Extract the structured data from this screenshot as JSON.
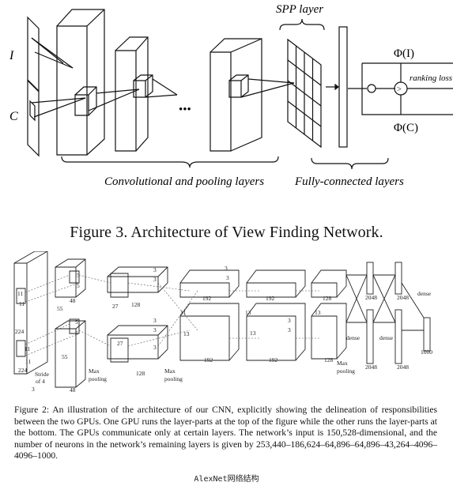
{
  "figure3": {
    "labels": {
      "input_top": "I",
      "input_bottom": "C",
      "spp": "SPP layer",
      "phi_top": "Φ(I)",
      "phi_bottom": "Φ(C)",
      "ranking": "ranking loss",
      "dots": "•••",
      "conv_group": "Convolutional and pooling layers",
      "fc_group": "Fully-connected layers"
    },
    "caption": "Figure 3.  Architecture of View Finding Network."
  },
  "figure2": {
    "labels": {
      "n224_a": "224",
      "n224_b": "224",
      "n11_a": "11",
      "n11_b": "11",
      "n11_c": "11",
      "n11_d": "11",
      "n11_e": "11",
      "stride": "Stride",
      "of4": "of 4",
      "n3": "3",
      "n55_a": "55",
      "n55_b": "55",
      "n48_a": "48",
      "n48_b": "48",
      "n5_a": "5",
      "n5_b": "5",
      "n5_c": "5",
      "n5_d": "5",
      "n27_a": "27",
      "n27_b": "27",
      "n128_a": "128",
      "n128_b": "128",
      "maxpool1": "Max",
      "maxpool1b": "pooling",
      "maxpool2": "Max",
      "maxpool2b": "pooling",
      "n13_a": "13",
      "n13_b": "13",
      "n13_c": "13",
      "n13_d": "13",
      "n3_a": "3",
      "n3_b": "3",
      "n3_c": "3",
      "n3_d": "3",
      "n3_e": "3",
      "n3_f": "3",
      "n3_g": "3",
      "n3_h": "3",
      "n3_i": "3",
      "n192_a": "192",
      "n192_b": "192",
      "n192_c": "192",
      "n192_d": "192",
      "n128_c": "128",
      "n128_d": "128",
      "maxpool3": "Max",
      "maxpool3b": "pooling",
      "n2048_a": "2048",
      "n2048_b": "2048",
      "n2048_c": "2048",
      "n2048_d": "2048",
      "dense_a": "dense",
      "dense_b": "dense",
      "dense_c": "dense",
      "n1000": "1000"
    },
    "caption": "Figure 2: An illustration of the architecture of our CNN, explicitly showing the delineation of responsibilities between the two GPUs. One GPU runs the layer-parts at the top of the figure while the other runs the layer-parts at the bottom. The GPUs communicate only at certain layers. The network’s input is 150,528-dimensional, and the number of neurons in the network’s remaining layers is given by 253,440–186,624–64,896–64,896–43,264–4096–4096–1000."
  },
  "footer": "AlexNet网络结构"
}
